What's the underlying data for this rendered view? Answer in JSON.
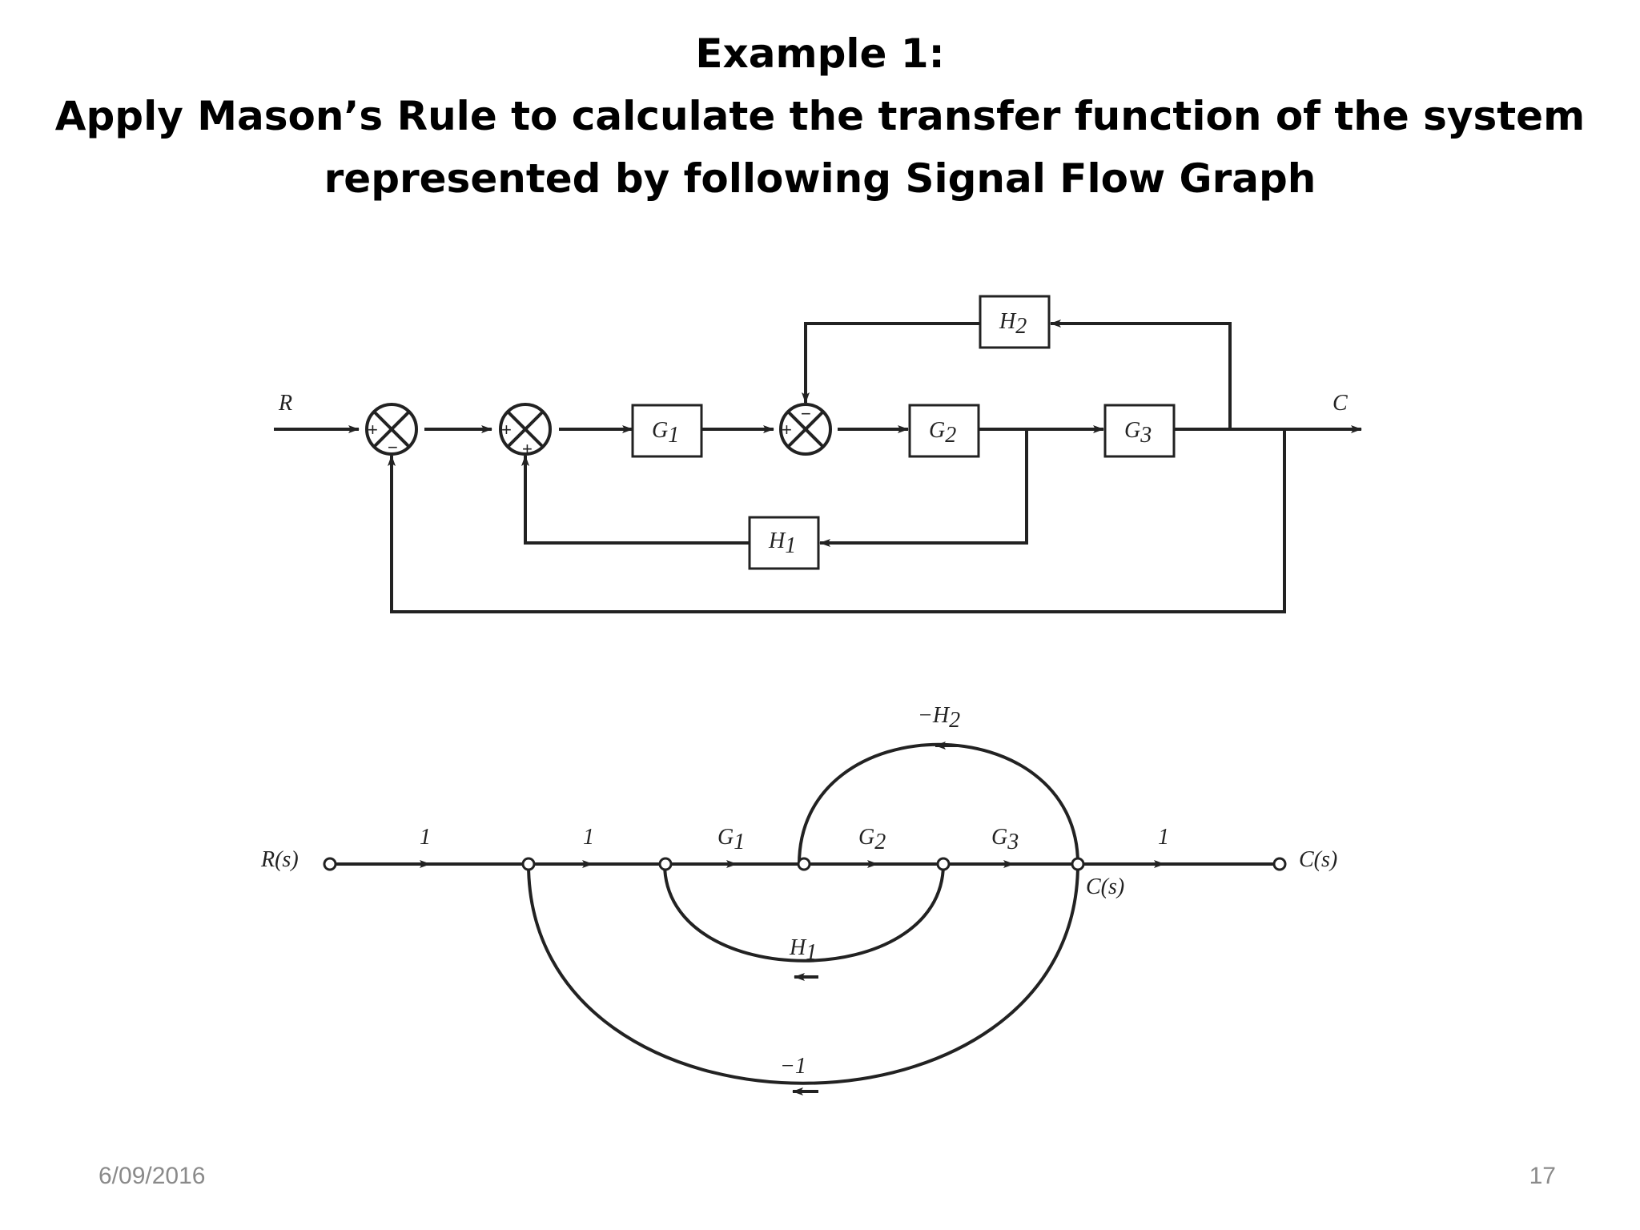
{
  "title": {
    "line1": "Example 1:",
    "line2": "Apply Mason’s Rule to calculate the transfer function of the system",
    "line3": "represented by following Signal Flow Graph"
  },
  "block_diagram": {
    "input_label": "R",
    "output_label": "C",
    "blocks": {
      "g1": {
        "name": "G",
        "sub": "1"
      },
      "g2": {
        "name": "G",
        "sub": "2"
      },
      "g3": {
        "name": "G",
        "sub": "3"
      },
      "h1": {
        "name": "H",
        "sub": "1"
      },
      "h2": {
        "name": "H",
        "sub": "2"
      }
    },
    "junction1_signs": [
      "+",
      "−"
    ],
    "junction2_signs": [
      "+",
      "+"
    ],
    "junction3_signs": [
      "+",
      "−"
    ]
  },
  "signal_flow_graph": {
    "input_node": "R(s)",
    "output_node": "C(s)",
    "inner_node": "C(s)",
    "branch_gains": {
      "b1": "1",
      "b2": "1",
      "g1": {
        "name": "G",
        "sub": "1"
      },
      "g2": {
        "name": "G",
        "sub": "2"
      },
      "g3": {
        "name": "G",
        "sub": "3"
      },
      "b_out": "1",
      "h1": {
        "name": "H",
        "sub": "1"
      },
      "neg_h2": {
        "name": "−H",
        "sub": "2"
      },
      "neg_one": "−1"
    }
  },
  "footer": {
    "date": "6/09/2016",
    "page_number": "17"
  }
}
